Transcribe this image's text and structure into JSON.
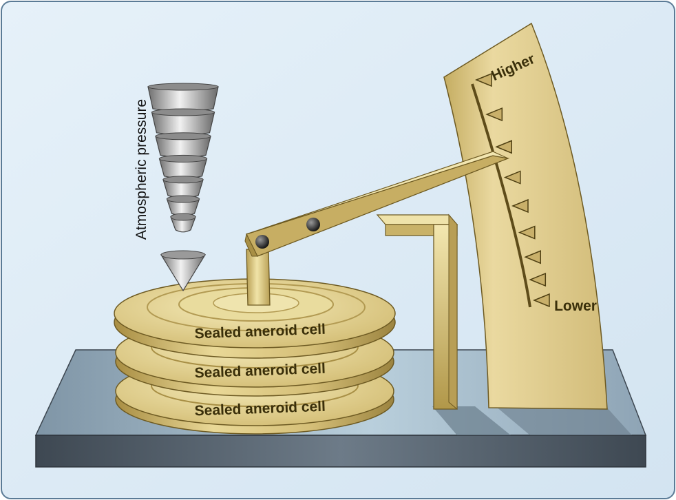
{
  "figure": {
    "pressure_label": "Atmospheric pressure",
    "cell_labels": [
      "Sealed aneroid cell",
      "Sealed aneroid cell",
      "Sealed aneroid cell"
    ],
    "scale_high_label": "Higher",
    "scale_low_label": "Lower",
    "scale_tick_count": 9,
    "weight_count": 7
  },
  "colors": {
    "frame_border": "#5b7b96",
    "frame_fill": "#dcebf6",
    "brass_light": "#efe2a6",
    "brass_mid": "#d8c27c",
    "brass_dark": "#a88f45",
    "base_top": "#9fb4c4",
    "base_front": "#4f5b66",
    "metal_light": "#e8e8e8",
    "metal_dark": "#6e6e6e",
    "label_text": "#3a2f0a"
  }
}
